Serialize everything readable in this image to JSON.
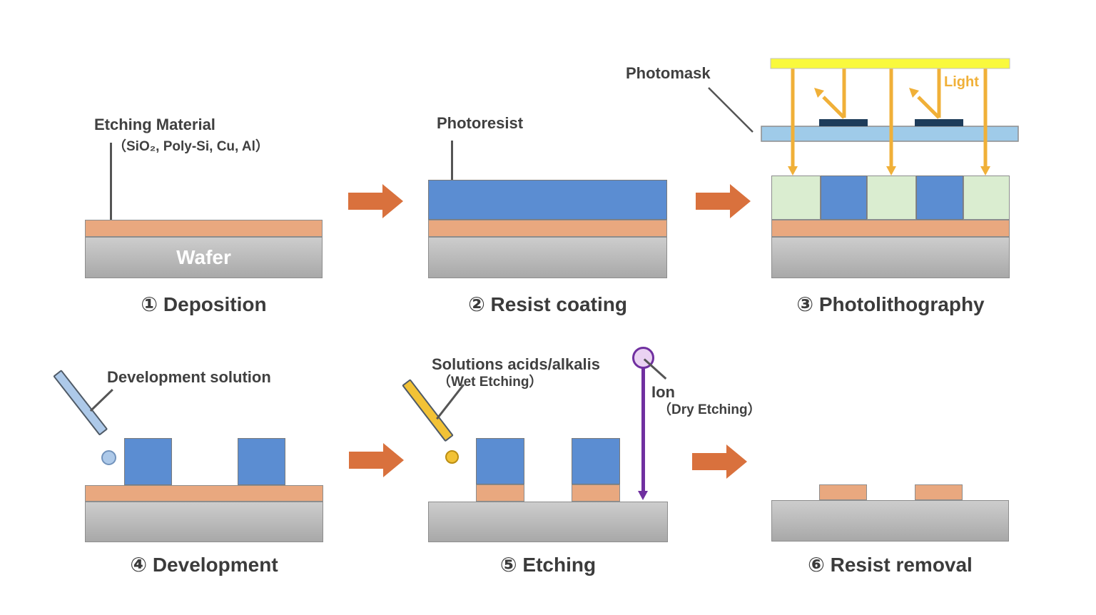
{
  "colors": {
    "step_arrow": "#D9713D",
    "etch_layer": "#E9A87F",
    "wafer_top": "#CDCDCD",
    "wafer_bottom": "#A8A8A8",
    "resist_blue": "#5B8DD2",
    "resist_exposed": "#DAEDD0",
    "mask_plate": "#9FCBE9",
    "mask_pattern": "#1E3C5A",
    "light_bar": "#F9F93D",
    "light_arrow": "#F0B038",
    "ion_purple": "#7030A0",
    "ion_circle_fill": "#EAD2F2",
    "dev_nozzle_fill": "#ADC9E9",
    "etch_nozzle_fill": "#F2C236",
    "label_text": "#404040",
    "caption_text": "#3B3B3B"
  },
  "steps": {
    "deposition": {
      "caption": "① Deposition",
      "material_label": "Etching Material",
      "material_sublabel": "（SiO₂, Poly-Si, Cu, Al）",
      "wafer_label": "Wafer"
    },
    "resist_coating": {
      "caption": "② Resist coating",
      "photoresist_label": "Photoresist"
    },
    "photolithography": {
      "caption": "③ Photolithography",
      "photomask_label": "Photomask",
      "light_label": "Light"
    },
    "development": {
      "caption": "④ Development",
      "solution_label": "Development solution"
    },
    "etching": {
      "caption": "⑤ Etching",
      "wet_label": "Solutions acids/alkalis",
      "wet_sublabel": "（Wet Etching）",
      "ion_label": "Ion",
      "dry_sublabel": "（Dry Etching）"
    },
    "resist_removal": {
      "caption": "⑥ Resist removal"
    }
  }
}
